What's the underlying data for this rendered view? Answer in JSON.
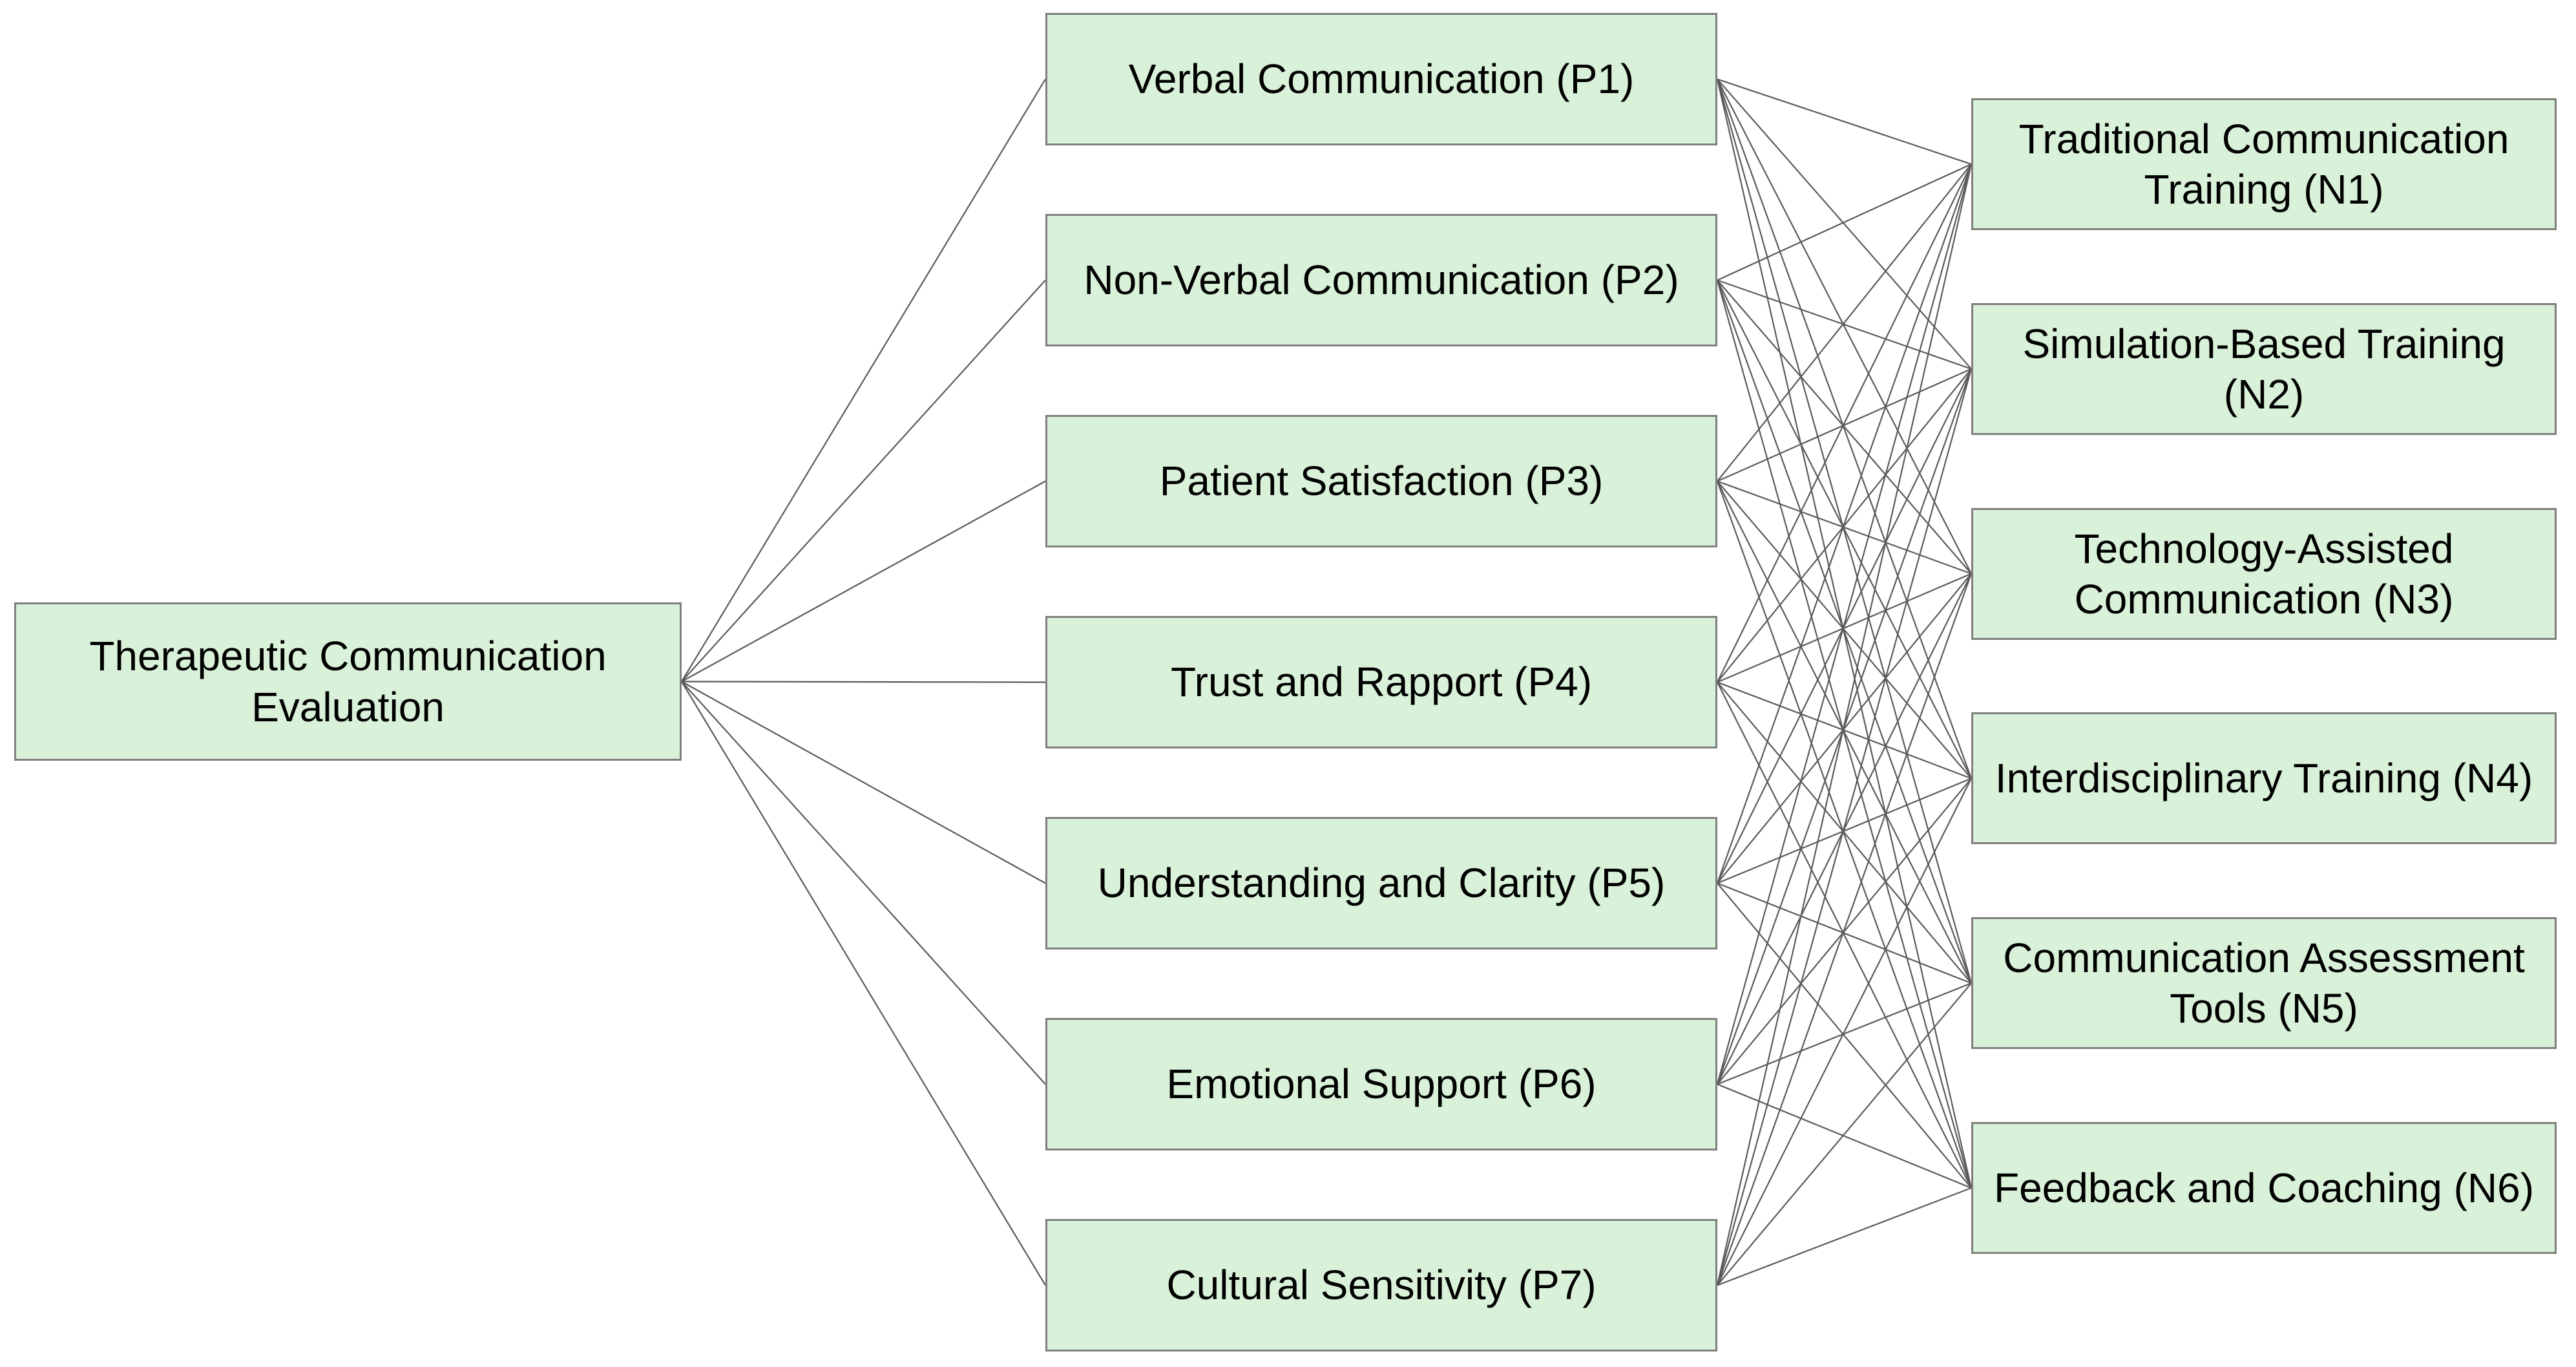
{
  "diagram": {
    "title_node": {
      "id": "ROOT",
      "label": "Therapeutic Communication Evaluation"
    },
    "perceptions": [
      {
        "id": "P1",
        "label": "Verbal Communication (P1)"
      },
      {
        "id": "P2",
        "label": "Non-Verbal Communication (P2)"
      },
      {
        "id": "P3",
        "label": "Patient Satisfaction (P3)"
      },
      {
        "id": "P4",
        "label": "Trust and Rapport (P4)"
      },
      {
        "id": "P5",
        "label": "Understanding and Clarity (P5)"
      },
      {
        "id": "P6",
        "label": "Emotional Support (P6)"
      },
      {
        "id": "P7",
        "label": "Cultural Sensitivity (P7)"
      }
    ],
    "interventions": [
      {
        "id": "N1",
        "label": "Traditional Communication Training (N1)"
      },
      {
        "id": "N2",
        "label": "Simulation-Based Training (N2)"
      },
      {
        "id": "N3",
        "label": "Technology-Assisted Communication (N3)"
      },
      {
        "id": "N4",
        "label": "Interdisciplinary Training (N4)"
      },
      {
        "id": "N5",
        "label": "Communication Assessment Tools (N5)"
      },
      {
        "id": "N6",
        "label": "Feedback and Coaching (N6)"
      }
    ],
    "edges": [
      [
        "ROOT",
        "P1"
      ],
      [
        "ROOT",
        "P2"
      ],
      [
        "ROOT",
        "P3"
      ],
      [
        "ROOT",
        "P4"
      ],
      [
        "ROOT",
        "P5"
      ],
      [
        "ROOT",
        "P6"
      ],
      [
        "ROOT",
        "P7"
      ],
      [
        "P1",
        "N1"
      ],
      [
        "P1",
        "N2"
      ],
      [
        "P1",
        "N3"
      ],
      [
        "P1",
        "N4"
      ],
      [
        "P1",
        "N5"
      ],
      [
        "P1",
        "N6"
      ],
      [
        "P2",
        "N1"
      ],
      [
        "P2",
        "N2"
      ],
      [
        "P2",
        "N3"
      ],
      [
        "P2",
        "N4"
      ],
      [
        "P2",
        "N5"
      ],
      [
        "P2",
        "N6"
      ],
      [
        "P3",
        "N1"
      ],
      [
        "P3",
        "N2"
      ],
      [
        "P3",
        "N3"
      ],
      [
        "P3",
        "N4"
      ],
      [
        "P3",
        "N5"
      ],
      [
        "P3",
        "N6"
      ],
      [
        "P4",
        "N1"
      ],
      [
        "P4",
        "N2"
      ],
      [
        "P4",
        "N3"
      ],
      [
        "P4",
        "N4"
      ],
      [
        "P4",
        "N5"
      ],
      [
        "P4",
        "N6"
      ],
      [
        "P5",
        "N1"
      ],
      [
        "P5",
        "N2"
      ],
      [
        "P5",
        "N3"
      ],
      [
        "P5",
        "N4"
      ],
      [
        "P5",
        "N5"
      ],
      [
        "P5",
        "N6"
      ],
      [
        "P6",
        "N1"
      ],
      [
        "P6",
        "N2"
      ],
      [
        "P6",
        "N3"
      ],
      [
        "P6",
        "N4"
      ],
      [
        "P6",
        "N5"
      ],
      [
        "P6",
        "N6"
      ],
      [
        "P7",
        "N1"
      ],
      [
        "P7",
        "N2"
      ],
      [
        "P7",
        "N3"
      ],
      [
        "P7",
        "N4"
      ],
      [
        "P7",
        "N5"
      ],
      [
        "P7",
        "N6"
      ]
    ],
    "colors": {
      "node_fill": "#d9f1d9",
      "node_border": "#7f7f7f",
      "edge": "#5a5a5a",
      "text": "#000000",
      "background": "#ffffff"
    }
  }
}
